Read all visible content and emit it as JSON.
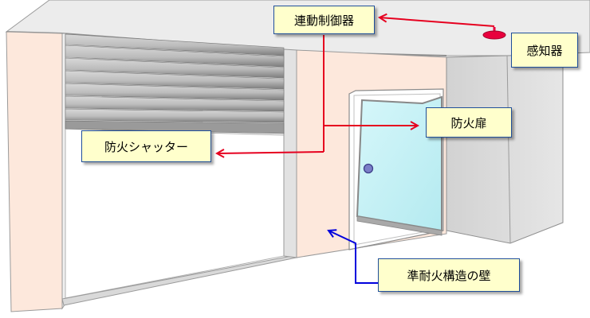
{
  "labels": {
    "controller": "連動制御器",
    "detector": "感知器",
    "fire_door": "防火扉",
    "fire_shutter": "防火シャッター",
    "wall": "準耐火構造の壁"
  },
  "colors": {
    "wall_fill": "#fde8dc",
    "ceiling_fill": "#ececec",
    "shutter_slat_light": "#cfcfcf",
    "shutter_slat_dark": "#8a8a8a",
    "door_fill": "#c8f2f5",
    "door_handle": "#7b7ec8",
    "detector": "#e8003d",
    "red_arrow": "#e6001f",
    "blue_arrow": "#0000dd",
    "label_fill": "#ffffcc",
    "label_border": "#1f4e9a"
  },
  "icons": {
    "detector": "ceiling-detector-icon",
    "door_handle": "door-knob-icon"
  }
}
